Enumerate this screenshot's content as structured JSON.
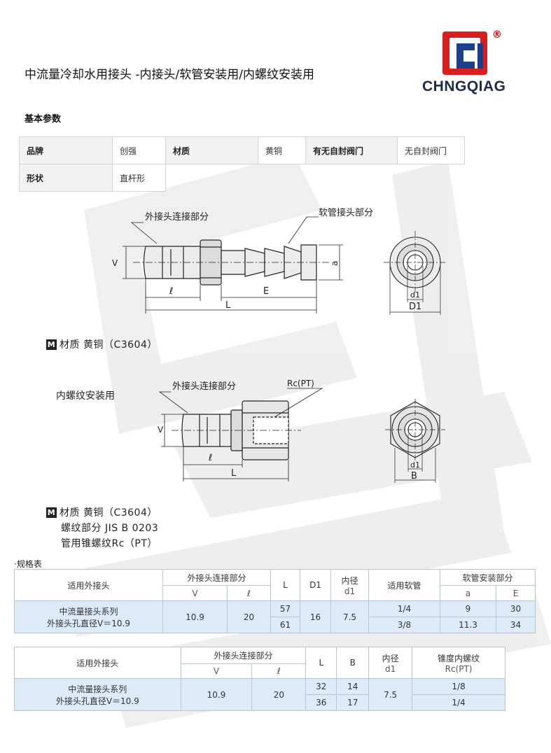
{
  "title": "中流量冷却水用接头 -内接头/软管安装用/内螺纹安装用",
  "logo": {
    "brand": "CHNGQIAG",
    "reg_mark": "®"
  },
  "basic_params": {
    "heading": "基本参数",
    "rows": [
      [
        {
          "key": "品牌",
          "value": "创强"
        },
        {
          "key": "材质",
          "value": "黄铜"
        },
        {
          "key": "有无自封阀门",
          "value": "无自封阀门"
        }
      ],
      [
        {
          "key": "形状",
          "value": "直杆形"
        }
      ]
    ]
  },
  "diagram1": {
    "label_male": "外接头连接部分",
    "label_hose": "软管接头部分",
    "dims": {
      "V": "V",
      "a": "a",
      "l": "ℓ",
      "E": "E",
      "L": "L",
      "d1": "d1",
      "D1": "D1"
    }
  },
  "material1": {
    "icon": "M",
    "text": "材质 黄铜（C3604）"
  },
  "diagram2": {
    "section_title": "内螺纹安装用",
    "label_male": "外接头连接部分",
    "label_thread": "Rc(PT)",
    "dims": {
      "V": "V",
      "l": "ℓ",
      "L": "L",
      "d1": "d1",
      "B": "B"
    }
  },
  "material2": {
    "icon": "M",
    "lines": [
      "材质 黄铜（C3604）",
      "螺纹部分 JIS B 0203",
      "管用锥螺纹Rc（PT）"
    ]
  },
  "spec_label": "·规格表",
  "table1": {
    "h_applicable": "适用外接头",
    "h_male": "外接头连接部分",
    "h_V": "V",
    "h_l": "ℓ",
    "h_L": "L",
    "h_D1": "D1",
    "h_inner": "内径",
    "h_d1": "d1",
    "h_hose": "适用软管",
    "h_hose_install": "软管安装部分",
    "h_a": "a",
    "h_E": "E",
    "applicable_line1": "中流量接头系列",
    "applicable_line2": "外接头孔直径V＝10.9",
    "V": "10.9",
    "l": "20",
    "D1": "16",
    "d1": "7.5",
    "rows": [
      {
        "L": "57",
        "hose": "1/4",
        "a": "9",
        "E": "30"
      },
      {
        "L": "61",
        "hose": "3/8",
        "a": "11.3",
        "E": "34"
      }
    ]
  },
  "table2": {
    "h_applicable": "适用外接头",
    "h_male": "外接头连接部分",
    "h_V": "V",
    "h_l": "ℓ",
    "h_L": "L",
    "h_B": "B",
    "h_inner": "内径",
    "h_d1": "d1",
    "h_thread": "锥度内螺纹",
    "h_rc": "Rc(PT)",
    "applicable_line1": "中流量接头系列",
    "applicable_line2": "外接头孔直径V＝10.9",
    "V": "10.9",
    "l": "20",
    "d1": "7.5",
    "rows": [
      {
        "L": "32",
        "B": "14",
        "rc": "1/8"
      },
      {
        "L": "36",
        "B": "17",
        "rc": "1/4"
      }
    ]
  },
  "colors": {
    "table_body": "#dcebf7",
    "logo_red": "#d81e1e",
    "logo_blue": "#1c3f8c",
    "logo_text": "#1e2a4a"
  }
}
